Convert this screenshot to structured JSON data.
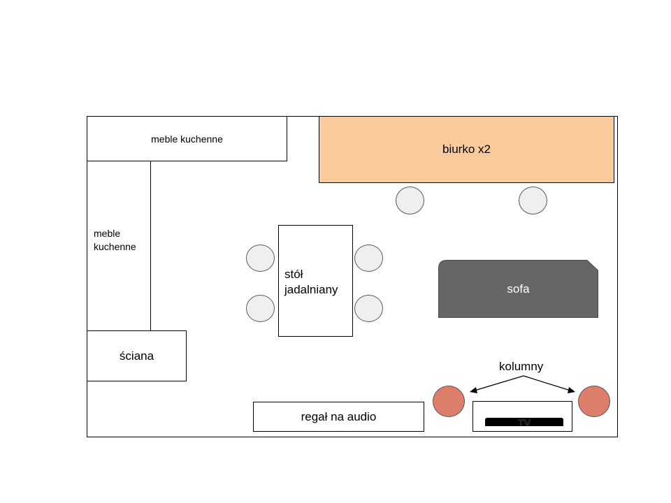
{
  "labels": {
    "kitchen_top": "meble kuchenne",
    "kitchen_side": "meble\nkuchenne",
    "wall": "ściana",
    "desk": "biurko x2",
    "table": "stół\njadalniany",
    "sofa": "sofa",
    "speakers": "kolumny",
    "audio_shelf": "regał na audio",
    "tv": "TV"
  },
  "colors": {
    "desk_fill": "#f9cb9c",
    "sofa_fill": "#666666",
    "chair_fill": "#efefef",
    "speaker_fill": "#dd7e6b",
    "tv_bar": "#000000",
    "outline": "#000000"
  }
}
